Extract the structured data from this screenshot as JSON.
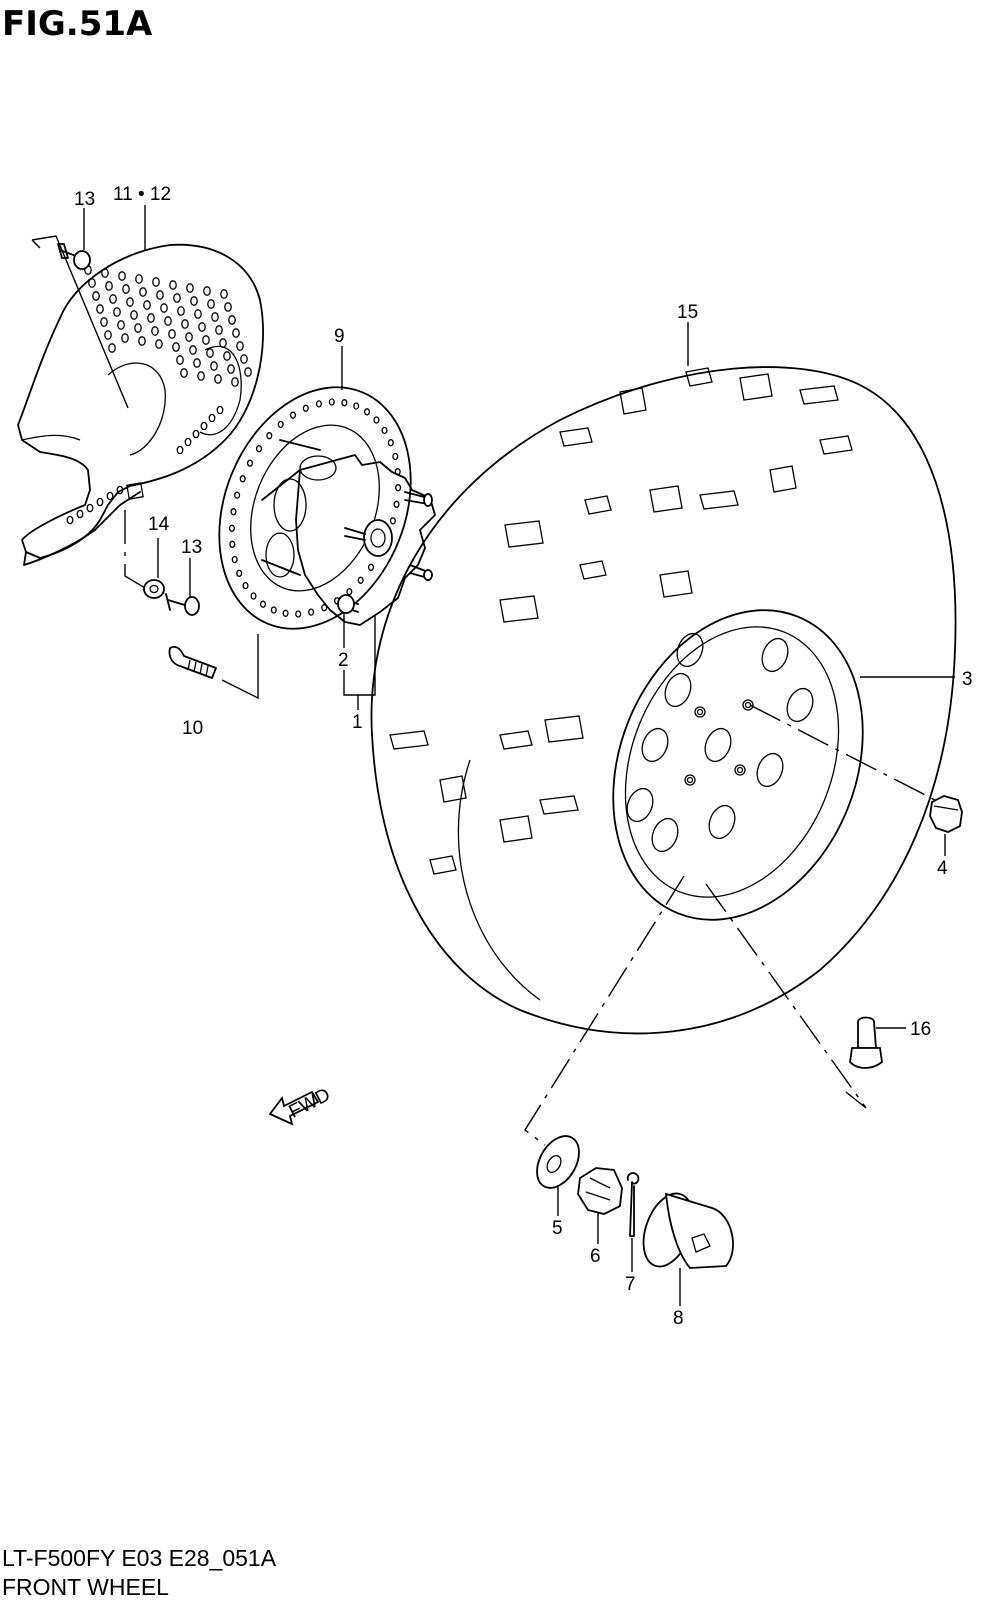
{
  "figure": {
    "title": "FIG.51A",
    "model_code": "LT-F500FY E03 E28_051A",
    "section_name": "FRONT WHEEL"
  },
  "callouts": [
    {
      "id": "c1",
      "label": "1"
    },
    {
      "id": "c2",
      "label": "2"
    },
    {
      "id": "c3",
      "label": "3"
    },
    {
      "id": "c4",
      "label": "4"
    },
    {
      "id": "c5",
      "label": "5"
    },
    {
      "id": "c6",
      "label": "6"
    },
    {
      "id": "c7",
      "label": "7"
    },
    {
      "id": "c8",
      "label": "8"
    },
    {
      "id": "c9",
      "label": "9"
    },
    {
      "id": "c10",
      "label": "10"
    },
    {
      "id": "c1112",
      "label": "11 • 12"
    },
    {
      "id": "c13a",
      "label": "13"
    },
    {
      "id": "c13b",
      "label": "13"
    },
    {
      "id": "c14",
      "label": "14"
    },
    {
      "id": "c15",
      "label": "15"
    },
    {
      "id": "c16",
      "label": "16"
    }
  ],
  "direction_arrow": {
    "label": "FWD",
    "icon": "fwd-arrow-icon"
  }
}
